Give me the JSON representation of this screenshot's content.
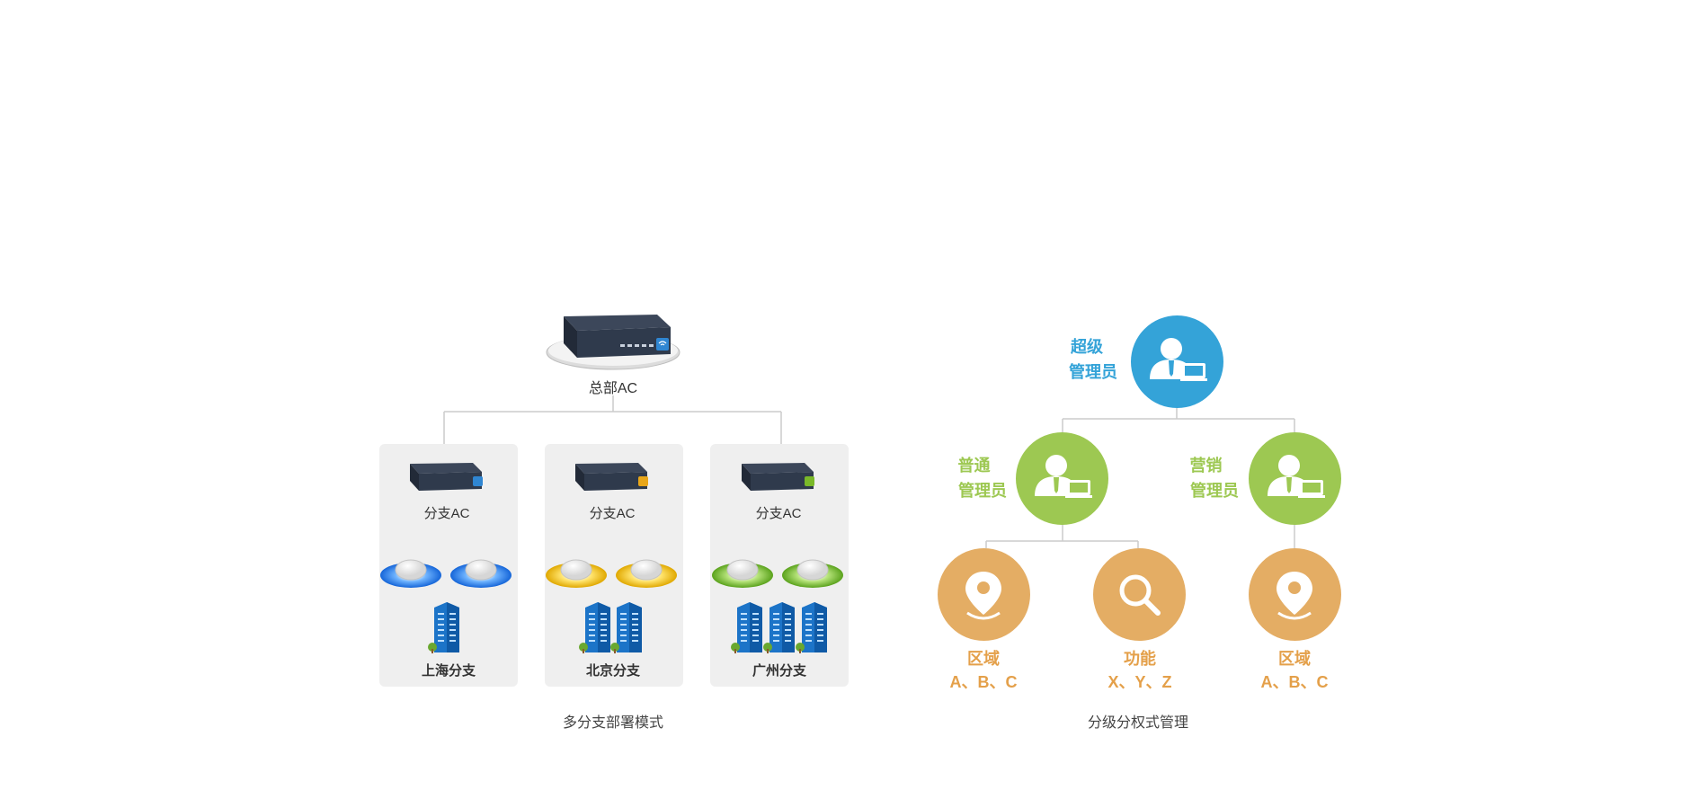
{
  "colors": {
    "blue": "#34a3d8",
    "green": "#9dc852",
    "orange": "#e4ad64",
    "panel": "#efefef",
    "line": "#cccccc",
    "device_dark": "#2f3a4c"
  },
  "left": {
    "hq_label": "总部AC",
    "branches": [
      {
        "ac_label": "分支AC",
        "name": "上海分支",
        "accent": "blue",
        "buildings": 1,
        "ap_count": 2
      },
      {
        "ac_label": "分支AC",
        "name": "北京分支",
        "accent": "yellow",
        "buildings": 2,
        "ap_count": 2
      },
      {
        "ac_label": "分支AC",
        "name": "广州分支",
        "accent": "green",
        "buildings": 3,
        "ap_count": 2
      }
    ],
    "caption": "多分支部署模式"
  },
  "right": {
    "super_admin": {
      "line1": "超级",
      "line2": "管理员",
      "icon": "admin-user-icon"
    },
    "normal_admin": {
      "line1": "普通",
      "line2": "管理员",
      "icon": "admin-user-icon"
    },
    "marketing_admin": {
      "line1": "营销",
      "line2": "管理员",
      "icon": "admin-user-icon"
    },
    "permissions": [
      {
        "line1": "区域",
        "line2": "A、B、C",
        "icon": "location-pin-icon"
      },
      {
        "line1": "功能",
        "line2": "X、Y、Z",
        "icon": "search-icon"
      },
      {
        "line1": "区域",
        "line2": "A、B、C",
        "icon": "location-pin-icon"
      }
    ],
    "caption": "分级分权式管理"
  }
}
